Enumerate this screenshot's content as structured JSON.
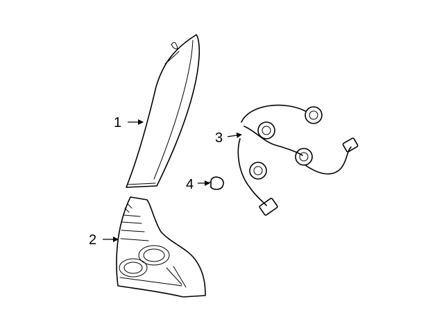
{
  "callouts": [
    {
      "id": "1",
      "label": "1"
    },
    {
      "id": "2",
      "label": "2"
    },
    {
      "id": "3",
      "label": "3"
    },
    {
      "id": "4",
      "label": "4"
    }
  ],
  "colors": {
    "line": "#000000",
    "background": "#ffffff",
    "lens_shade": "#e8e8e8"
  }
}
